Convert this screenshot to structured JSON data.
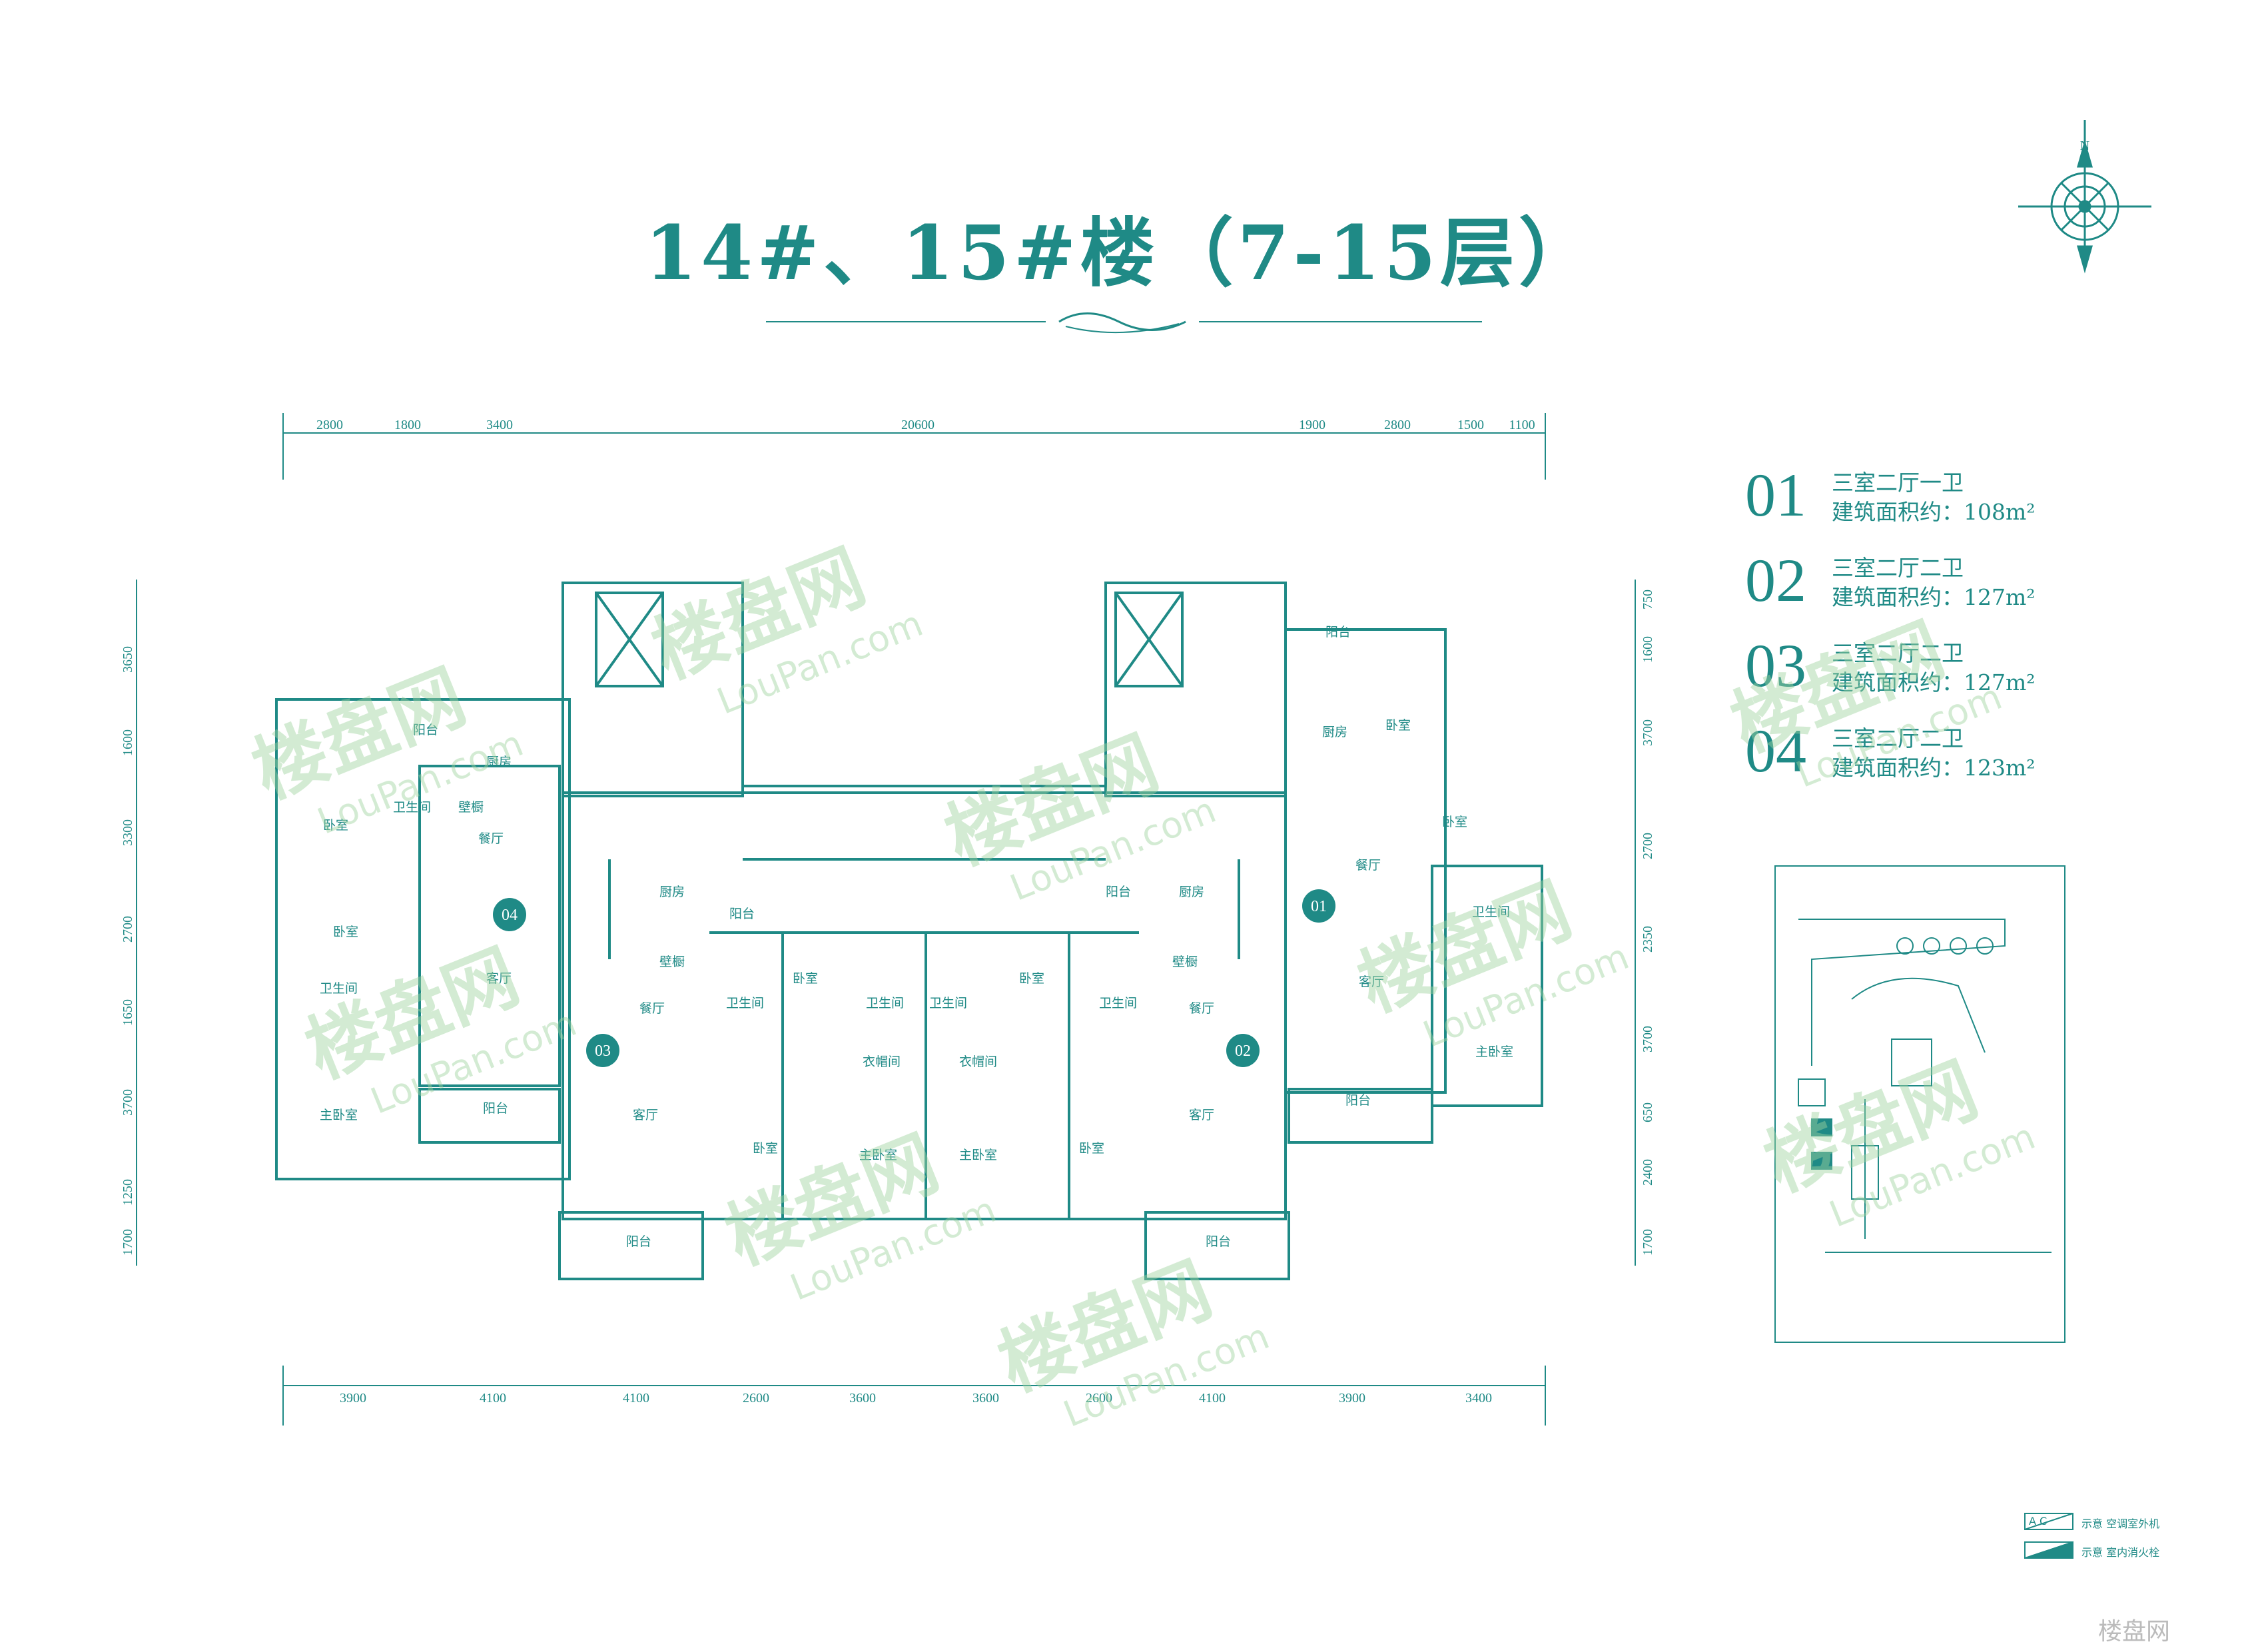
{
  "title": "14#、15#楼（7-15层）",
  "compass_label": "N",
  "dims": {
    "top": [
      "2800",
      "1800",
      "3400",
      "20600",
      "1900",
      "2800",
      "1500",
      "1100"
    ],
    "bottom": [
      "3900",
      "4100",
      "4100",
      "2600",
      "3600",
      "3600",
      "2600",
      "4100",
      "3900",
      "3400"
    ],
    "left": [
      "3650",
      "1600",
      "3300",
      "2700",
      "1650",
      "3700",
      "1250",
      "1700"
    ],
    "right": [
      "750",
      "1600",
      "3700",
      "2700",
      "2350",
      "3700",
      "650",
      "2400",
      "1700"
    ]
  },
  "units": [
    {
      "num": "01",
      "type": "三室二厅一卫",
      "area": "建筑面积约：108m²"
    },
    {
      "num": "02",
      "type": "三室二厅二卫",
      "area": "建筑面积约：127m²"
    },
    {
      "num": "03",
      "type": "三室二厅二卫",
      "area": "建筑面积约：127m²"
    },
    {
      "num": "04",
      "type": "三室二厅二卫",
      "area": "建筑面积约：123m²"
    }
  ],
  "plan_unit_markers": [
    "04",
    "03",
    "02",
    "01"
  ],
  "rooms": {
    "balcony": "阳台",
    "kitchen": "厨房",
    "bedroom": "卧室",
    "master_bedroom": "主卧室",
    "bathroom": "卫生间",
    "dining": "餐厅",
    "living": "客厅",
    "closet": "壁橱",
    "wardrobe": "衣帽间"
  },
  "symbols": [
    {
      "code": "A C",
      "label": "示意  空调室外机"
    },
    {
      "code": "",
      "label": "示意  室内消火栓"
    }
  ],
  "watermark": {
    "cn": "楼盘网",
    "en": "LouPan.com"
  },
  "colors": {
    "accent": "#1f8a86",
    "watermark": "#9fd39f"
  }
}
